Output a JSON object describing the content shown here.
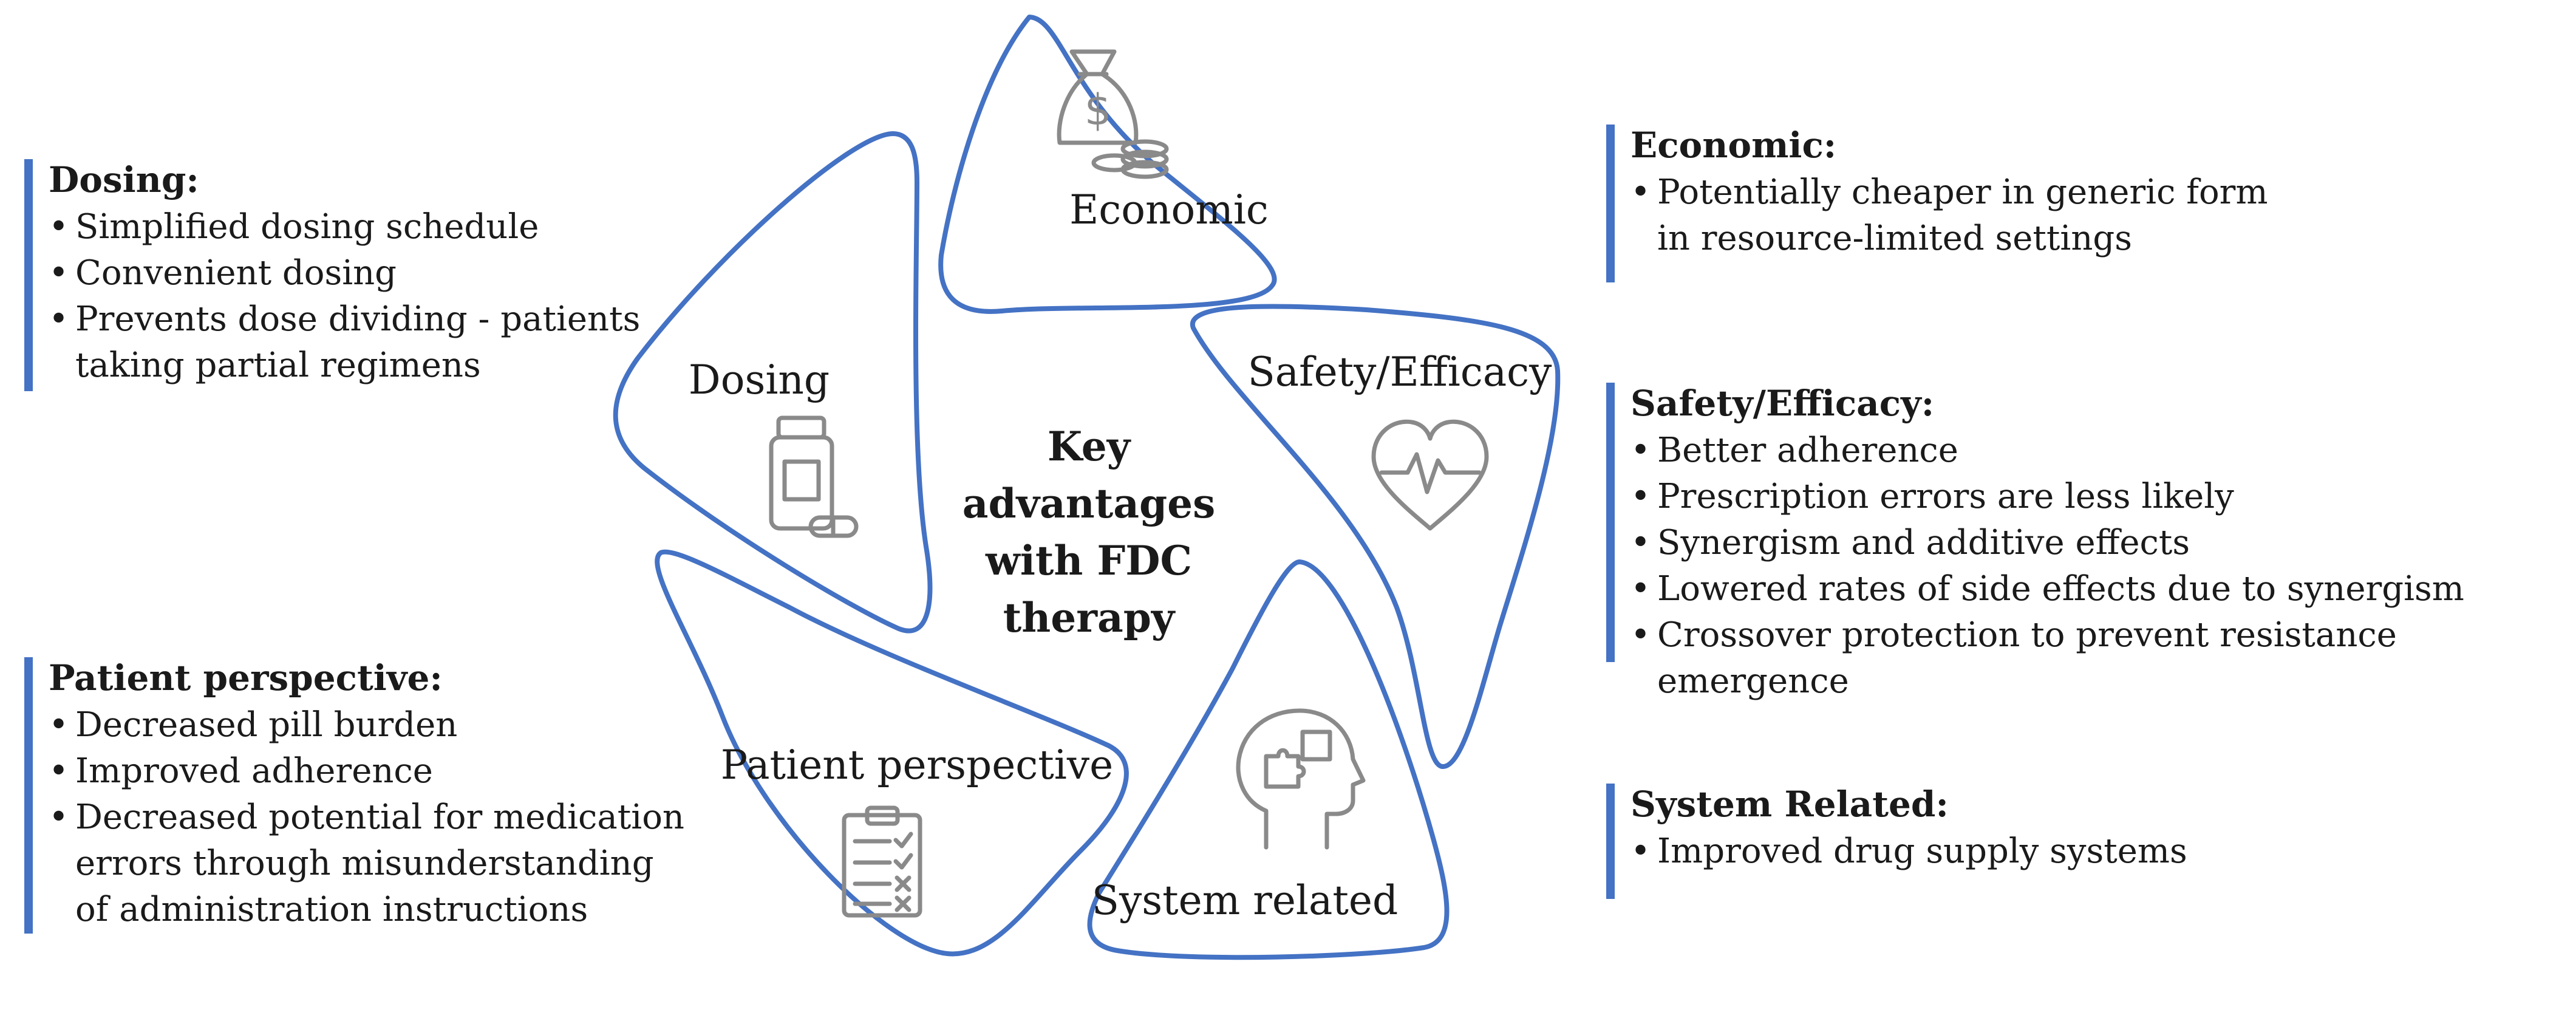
{
  "diagram": {
    "center_title": [
      "Key",
      "advantages",
      "with FDC",
      "therapy"
    ],
    "petals": {
      "economic": "Economic",
      "safety": "Safety/Efficacy",
      "system": "System related",
      "patient": "Patient perspective",
      "dosing": "Dosing"
    },
    "icons": {
      "economic": "money-bag-icon",
      "safety": "heart-pulse-icon",
      "system": "head-puzzle-icon",
      "patient": "clipboard-checklist-icon",
      "dosing": "pill-bottle-icon"
    },
    "money_symbol": "$",
    "colors": {
      "accent": "#4472C4",
      "icon": "#8a8a8a",
      "text": "#1a1a1a"
    }
  },
  "panels": {
    "dosing": {
      "title": "Dosing:",
      "items": [
        "Simplified dosing schedule",
        "Convenient dosing",
        "Prevents dose dividing - patients taking partial regimens"
      ]
    },
    "patient": {
      "title": "Patient perspective:",
      "items": [
        "Decreased pill burden",
        "Improved  adherence",
        "Decreased potential for medication errors through misunderstanding of administration instructions"
      ]
    },
    "economic": {
      "title": "Economic:",
      "items": [
        "Potentially cheaper in generic form in resource-limited settings"
      ]
    },
    "safety": {
      "title": "Safety/Efficacy:",
      "items": [
        "Better adherence",
        "Prescription errors are less likely",
        "Synergism and additive effects",
        "Lowered  rates of side effects due to synergism",
        "Crossover protection to prevent resistance emergence"
      ]
    },
    "system": {
      "title": "System Related:",
      "items": [
        "Improved drug supply systems"
      ]
    }
  }
}
